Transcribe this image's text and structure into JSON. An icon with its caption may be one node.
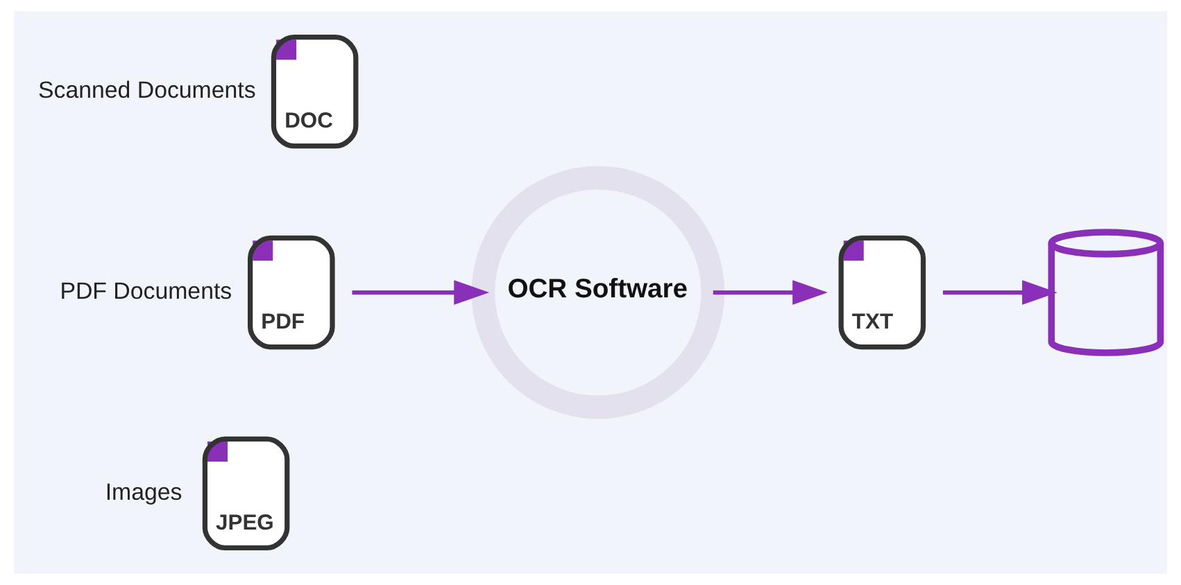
{
  "diagram": {
    "nodes": [
      {
        "text": [
          "DOC"
        ],
        "beside": [
          "Scanned Documents"
        ]
      },
      {
        "text": [
          "PDF"
        ],
        "beside": [
          "PDF Documents"
        ]
      },
      {
        "text": [
          "JPEG"
        ],
        "beside": [
          "Images"
        ]
      },
      {
        "text": [
          "OCR Software"
        ]
      },
      {
        "text": [
          "TXT"
        ]
      },
      {
        "text": [],
        "shape": "cylinder"
      }
    ],
    "edges": [
      {
        "from": 1,
        "to": 3,
        "arrow": "to"
      },
      {
        "from": 3,
        "to": 4,
        "arrow": "to"
      },
      {
        "from": 4,
        "to": 5,
        "arrow": "to"
      }
    ]
  }
}
